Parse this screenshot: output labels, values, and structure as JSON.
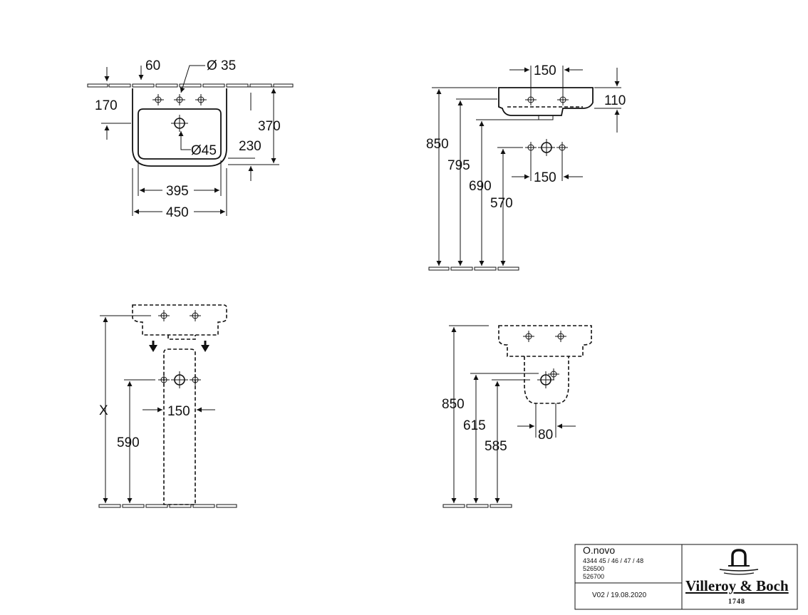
{
  "top_view": {
    "d60": "60",
    "d35": "Ø 35",
    "d170": "170",
    "d370": "370",
    "d45": "Ø45",
    "d230": "230",
    "d395": "395",
    "d450": "450"
  },
  "side_view": {
    "d150_top": "150",
    "d110": "110",
    "d850": "850",
    "d795": "795",
    "d690": "690",
    "d150_mid": "150",
    "d570": "570"
  },
  "pedestal_view": {
    "dX": "X",
    "d150": "150",
    "d590": "590"
  },
  "semi_pedestal_view": {
    "d850": "850",
    "d615": "615",
    "d80": "80",
    "d585": "585"
  },
  "title_block": {
    "product_name": "O.novo",
    "article_numbers_1": "4344 45 / 46 / 47 / 48",
    "article_numbers_2": "526500",
    "article_numbers_3": "526700",
    "version": "V02 / 19.08.2020",
    "brand": "Villeroy & Boch",
    "year": "1748"
  },
  "icons": [
    "tap-hole-marker-icon",
    "drain-marker-icon",
    "faucet-logo-icon"
  ]
}
